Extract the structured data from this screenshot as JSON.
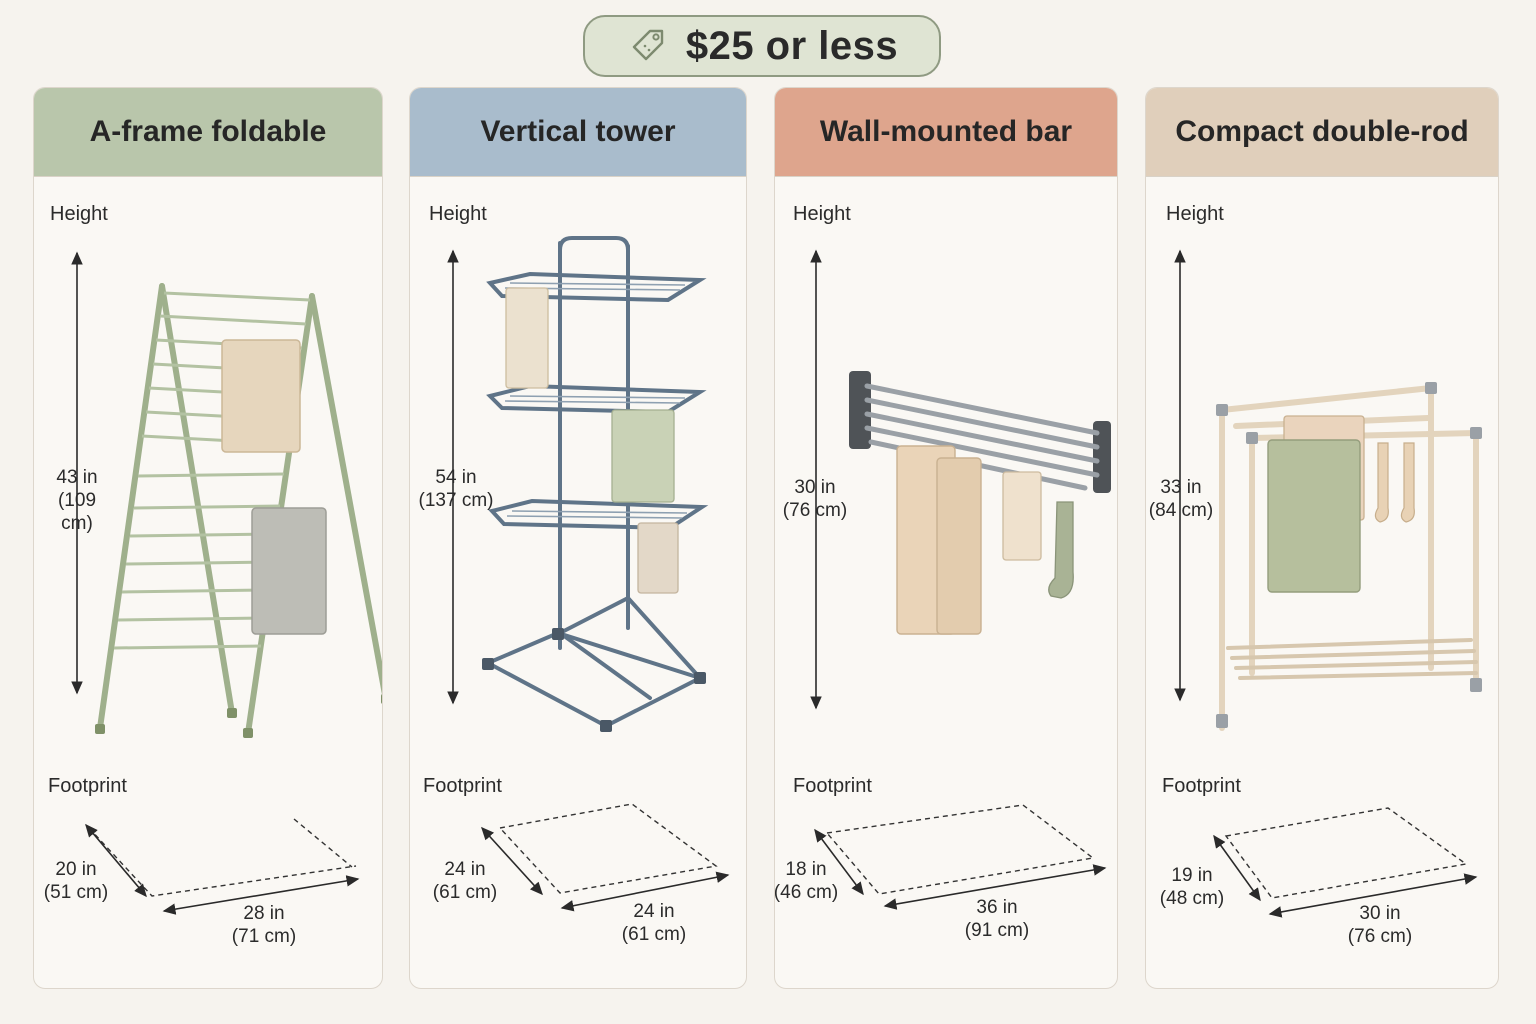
{
  "badge": {
    "text": "$25 or less",
    "icon": "price-tag-icon"
  },
  "labels": {
    "height": "Height",
    "footprint": "Footprint"
  },
  "colors": {
    "aframe_header": "#b9c6ab",
    "tower_header": "#a9bccc",
    "wall_header": "#dea58d",
    "compact_header": "#e0cfbb",
    "badge_bg": "#dfe4d3"
  },
  "racks": [
    {
      "name": "A-frame foldable",
      "height": {
        "in": "43 in",
        "cm": "(109 cm)"
      },
      "depth": {
        "in": "20 in",
        "cm": "(51 cm)"
      },
      "width": {
        "in": "28 in",
        "cm": "(71 cm)"
      }
    },
    {
      "name": "Vertical tower",
      "height": {
        "in": "54 in",
        "cm": "(137 cm)"
      },
      "depth": {
        "in": "24 in",
        "cm": "(61 cm)"
      },
      "width": {
        "in": "24 in",
        "cm": "(61 cm)"
      }
    },
    {
      "name": "Wall-mounted bar",
      "height": {
        "in": "30 in",
        "cm": "(76 cm)"
      },
      "depth": {
        "in": "18 in",
        "cm": "(46 cm)"
      },
      "width": {
        "in": "36 in",
        "cm": "(91 cm)"
      }
    },
    {
      "name": "Compact double-rod",
      "height": {
        "in": "33 in",
        "cm": "(84 cm)"
      },
      "depth": {
        "in": "19 in",
        "cm": "(48 cm)"
      },
      "width": {
        "in": "30 in",
        "cm": "(76 cm)"
      }
    }
  ]
}
